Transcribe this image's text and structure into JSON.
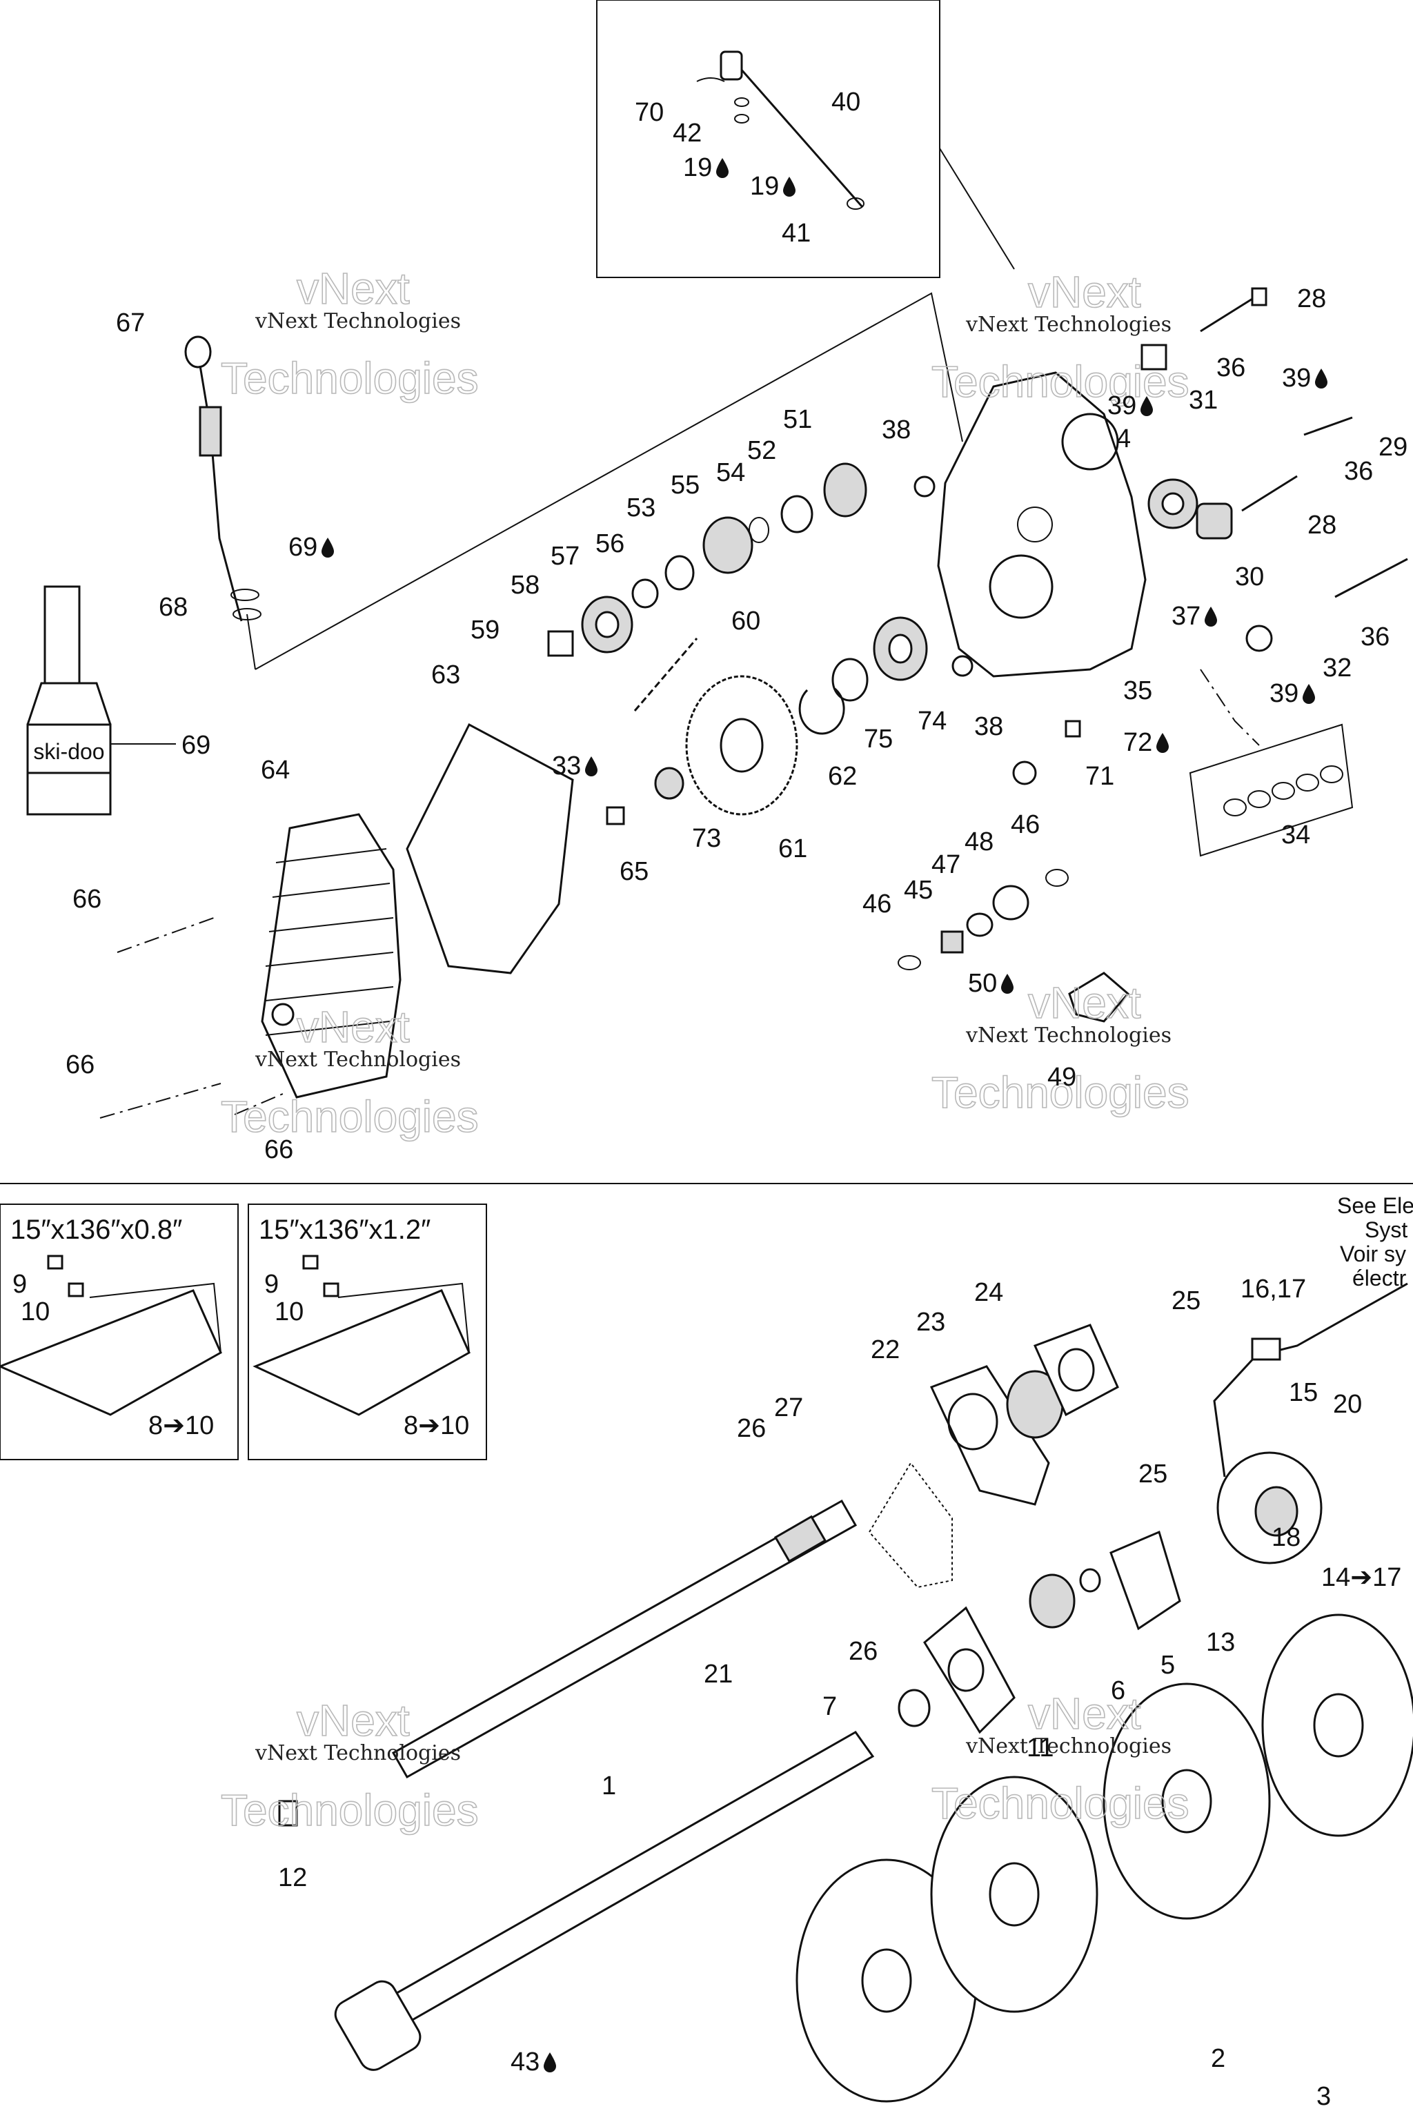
{
  "callouts": [
    {
      "id": "c70",
      "text": "70"
    },
    {
      "id": "c40",
      "text": "40"
    },
    {
      "id": "c42",
      "text": "42"
    },
    {
      "id": "c19a",
      "text": "19"
    },
    {
      "id": "c19b",
      "text": "19"
    },
    {
      "id": "c41",
      "text": "41"
    },
    {
      "id": "c67",
      "text": "67"
    },
    {
      "id": "c28a",
      "text": "28"
    },
    {
      "id": "c36a",
      "text": "36"
    },
    {
      "id": "c39a",
      "text": "39"
    },
    {
      "id": "c31",
      "text": "31"
    },
    {
      "id": "c39b",
      "text": "39"
    },
    {
      "id": "c29",
      "text": "29"
    },
    {
      "id": "c36b",
      "text": "36"
    },
    {
      "id": "c28b",
      "text": "28"
    },
    {
      "id": "c38a",
      "text": "38"
    },
    {
      "id": "c51",
      "text": "51"
    },
    {
      "id": "c52",
      "text": "52"
    },
    {
      "id": "c54",
      "text": "54"
    },
    {
      "id": "c55",
      "text": "55"
    },
    {
      "id": "c4",
      "text": "4"
    },
    {
      "id": "c53",
      "text": "53"
    },
    {
      "id": "c57",
      "text": "57"
    },
    {
      "id": "c56",
      "text": "56"
    },
    {
      "id": "c58",
      "text": "58"
    },
    {
      "id": "c69a",
      "text": "69"
    },
    {
      "id": "c68",
      "text": "68"
    },
    {
      "id": "c30",
      "text": "30"
    },
    {
      "id": "c37",
      "text": "37"
    },
    {
      "id": "c36c",
      "text": "36"
    },
    {
      "id": "c32",
      "text": "32"
    },
    {
      "id": "c39c",
      "text": "39"
    },
    {
      "id": "c59",
      "text": "59"
    },
    {
      "id": "c60",
      "text": "60"
    },
    {
      "id": "c63",
      "text": "63"
    },
    {
      "id": "c35",
      "text": "35"
    },
    {
      "id": "c74",
      "text": "74"
    },
    {
      "id": "c38b",
      "text": "38"
    },
    {
      "id": "c75",
      "text": "75"
    },
    {
      "id": "c72",
      "text": "72"
    },
    {
      "id": "c71",
      "text": "71"
    },
    {
      "id": "c69b",
      "text": "69"
    },
    {
      "id": "c64",
      "text": "64"
    },
    {
      "id": "c33",
      "text": "33"
    },
    {
      "id": "c62",
      "text": "62"
    },
    {
      "id": "c34",
      "text": "34"
    },
    {
      "id": "c73",
      "text": "73"
    },
    {
      "id": "c61",
      "text": "61"
    },
    {
      "id": "c65",
      "text": "65"
    },
    {
      "id": "c46a",
      "text": "46"
    },
    {
      "id": "c48",
      "text": "48"
    },
    {
      "id": "c47",
      "text": "47"
    },
    {
      "id": "c66a",
      "text": "66"
    },
    {
      "id": "c46b",
      "text": "46"
    },
    {
      "id": "c45",
      "text": "45"
    },
    {
      "id": "c50",
      "text": "50"
    },
    {
      "id": "c49",
      "text": "49"
    },
    {
      "id": "c66b",
      "text": "66"
    },
    {
      "id": "c66c",
      "text": "66"
    },
    {
      "id": "c9a",
      "text": "9"
    },
    {
      "id": "c10a",
      "text": "10"
    },
    {
      "id": "c810a",
      "text": "8➔10"
    },
    {
      "id": "c9b",
      "text": "9"
    },
    {
      "id": "c10b",
      "text": "10"
    },
    {
      "id": "c810b",
      "text": "8➔10"
    },
    {
      "id": "c1617",
      "text": "16,17"
    },
    {
      "id": "c24",
      "text": "24"
    },
    {
      "id": "c25a",
      "text": "25"
    },
    {
      "id": "c23",
      "text": "23"
    },
    {
      "id": "c22",
      "text": "22"
    },
    {
      "id": "c15",
      "text": "15"
    },
    {
      "id": "c27",
      "text": "27"
    },
    {
      "id": "c20",
      "text": "20"
    },
    {
      "id": "c26a",
      "text": "26"
    },
    {
      "id": "c25b",
      "text": "25"
    },
    {
      "id": "c18",
      "text": "18"
    },
    {
      "id": "c1417",
      "text": "14➔17"
    },
    {
      "id": "c13",
      "text": "13"
    },
    {
      "id": "c5",
      "text": "5"
    },
    {
      "id": "c26b",
      "text": "26"
    },
    {
      "id": "c21",
      "text": "21"
    },
    {
      "id": "c6",
      "text": "6"
    },
    {
      "id": "c7",
      "text": "7"
    },
    {
      "id": "c11",
      "text": "11"
    },
    {
      "id": "c1",
      "text": "1"
    },
    {
      "id": "c12",
      "text": "12"
    },
    {
      "id": "c2",
      "text": "2"
    },
    {
      "id": "c43",
      "text": "43"
    },
    {
      "id": "c3",
      "text": "3"
    }
  ],
  "track_boxes": [
    {
      "label": "15″x136″x0.8″"
    },
    {
      "label": "15″x136″x1.2″"
    }
  ],
  "cross_reference_note": {
    "lines": [
      "See Ele",
      "Syst",
      "Voir sy",
      "électr"
    ]
  },
  "watermark": {
    "small": "vNext Technologies",
    "big_line1": "vNext",
    "big_line2": "Technologies"
  },
  "bottle_label": "ski-doo",
  "colors": {
    "line": "#111111",
    "watermark_outline": "#b8b8b8",
    "background": "#ffffff"
  }
}
